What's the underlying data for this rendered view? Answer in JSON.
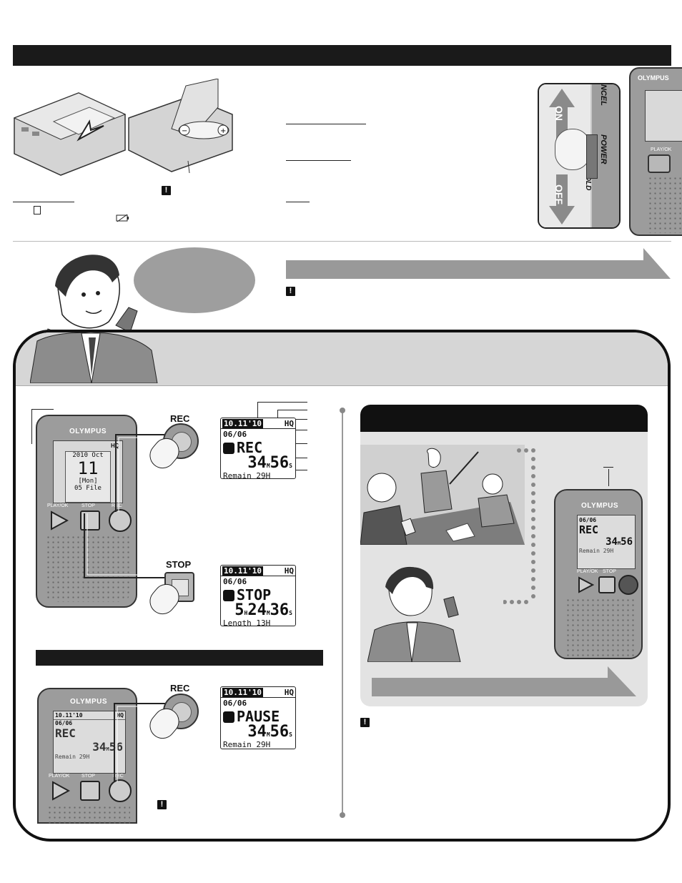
{
  "brand": "OLYMPUS",
  "top_right_device": {
    "brand": "OLYMPUS",
    "button_label": "PLAY/OK"
  },
  "power_switch": {
    "on_label": "ON",
    "off_label": "OFF",
    "cancel_label": "NCEL",
    "power_label": "POWER",
    "hold_label": "HOLD"
  },
  "record_buttons": {
    "rec_label": "REC",
    "stop_label": "STOP"
  },
  "device_main": {
    "brand": "OLYMPUS",
    "quality": "HQ",
    "date_line": "2010 Oct",
    "day": "11",
    "weekday": "[Mon]",
    "file": "05 File",
    "labels": [
      "PLAY/OK",
      "STOP",
      "REC"
    ]
  },
  "lcd_rec": {
    "date": "10.11'10",
    "quality": "HQ",
    "file": "06/06",
    "mode": "REC",
    "h": "",
    "m": "34",
    "s": "56",
    "bottom": "Remain 29H"
  },
  "lcd_stop": {
    "date": "10.11'10",
    "quality": "HQ",
    "file": "06/06",
    "mode": "STOP",
    "h": "5",
    "m": "24",
    "s": "36",
    "bottom": "Length 13H"
  },
  "lcd_pause": {
    "date": "10.11'10",
    "quality": "HQ",
    "file": "06/06",
    "mode": "PAUSE",
    "h": "",
    "m": "34",
    "s": "56",
    "bottom": "Remain 29H"
  },
  "device_pause": {
    "brand": "OLYMPUS",
    "quality": "HQ",
    "date": "10.11'10",
    "file": "06/06",
    "mode": "REC",
    "m": "34",
    "s": "56",
    "bottom": "Remain 29H",
    "labels": [
      "PLAY/OK",
      "STOP",
      "REC"
    ]
  },
  "device_scene": {
    "brand": "OLYMPUS",
    "file": "06/06",
    "mode": "REC",
    "m": "34",
    "s": "56",
    "bottom": "Remain 29H",
    "labels": [
      "PLAY/OK",
      "STOP"
    ]
  },
  "units": {
    "h": "H",
    "m": "M",
    "s": "S"
  },
  "warn_glyph": "!"
}
